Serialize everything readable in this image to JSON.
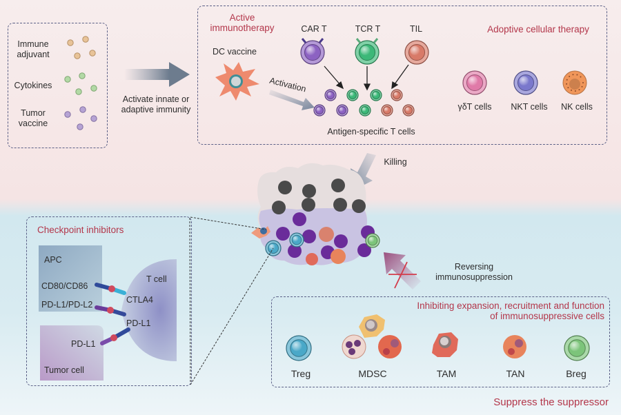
{
  "inputs": {
    "items": [
      {
        "label": "Immune\nadjuvant",
        "color": "#e2b47e"
      },
      {
        "label": "Cytokines",
        "color": "#9fcf8f"
      },
      {
        "label": "Tumor\nvaccine",
        "color": "#a48cc9"
      }
    ],
    "arrow_label": "Activate innate or\nadaptive immunity"
  },
  "active_immunotherapy": {
    "title": "Active\nimmunotherapy",
    "dc_vaccine": "DC vaccine",
    "activation": "Activation",
    "antigen_specific": "Antigen-specific T cells",
    "engineered": [
      {
        "label": "CAR T",
        "color": "#8c62c2"
      },
      {
        "label": "TCR T",
        "color": "#3cb878"
      },
      {
        "label": "TIL",
        "color": "#d87a68"
      }
    ]
  },
  "adoptive": {
    "title": "Adoptive cellular therapy",
    "cells": [
      {
        "label": "γδT cells",
        "color": "#e07aa8"
      },
      {
        "label": "NKT cells",
        "color": "#7a78cc"
      },
      {
        "label": "NK cells",
        "color": "#f0965a"
      }
    ]
  },
  "tumor": {
    "killing_label": "Killing"
  },
  "checkpoint": {
    "title": "Checkpoint inhibitors",
    "apc": "APC",
    "cd80": "CD80/CD86",
    "pdl1_pdl2": "PD-L1/PD-L2",
    "t_cell": "T cell",
    "ctla4": "CTLA4",
    "pdl1_tcell": "PD-L1",
    "pdl1_tumor": "PD-L1",
    "tumor_cell": "Tumor cell"
  },
  "reversing": {
    "label": "Reversing\nimmunosuppression"
  },
  "suppressive": {
    "title": "Inhibiting expansion, recruitment and function\nof immunosuppressive cells",
    "cells": [
      {
        "label": "Treg",
        "color": "#4aa8c8"
      },
      {
        "label": "MDSC",
        "color": "#c98a80"
      },
      {
        "label": "TAM",
        "color": "#e06a5a"
      },
      {
        "label": "TAN",
        "color": "#e8845c"
      },
      {
        "label": "Breg",
        "color": "#7cc47a"
      }
    ],
    "footer": "Suppress the suppressor"
  }
}
